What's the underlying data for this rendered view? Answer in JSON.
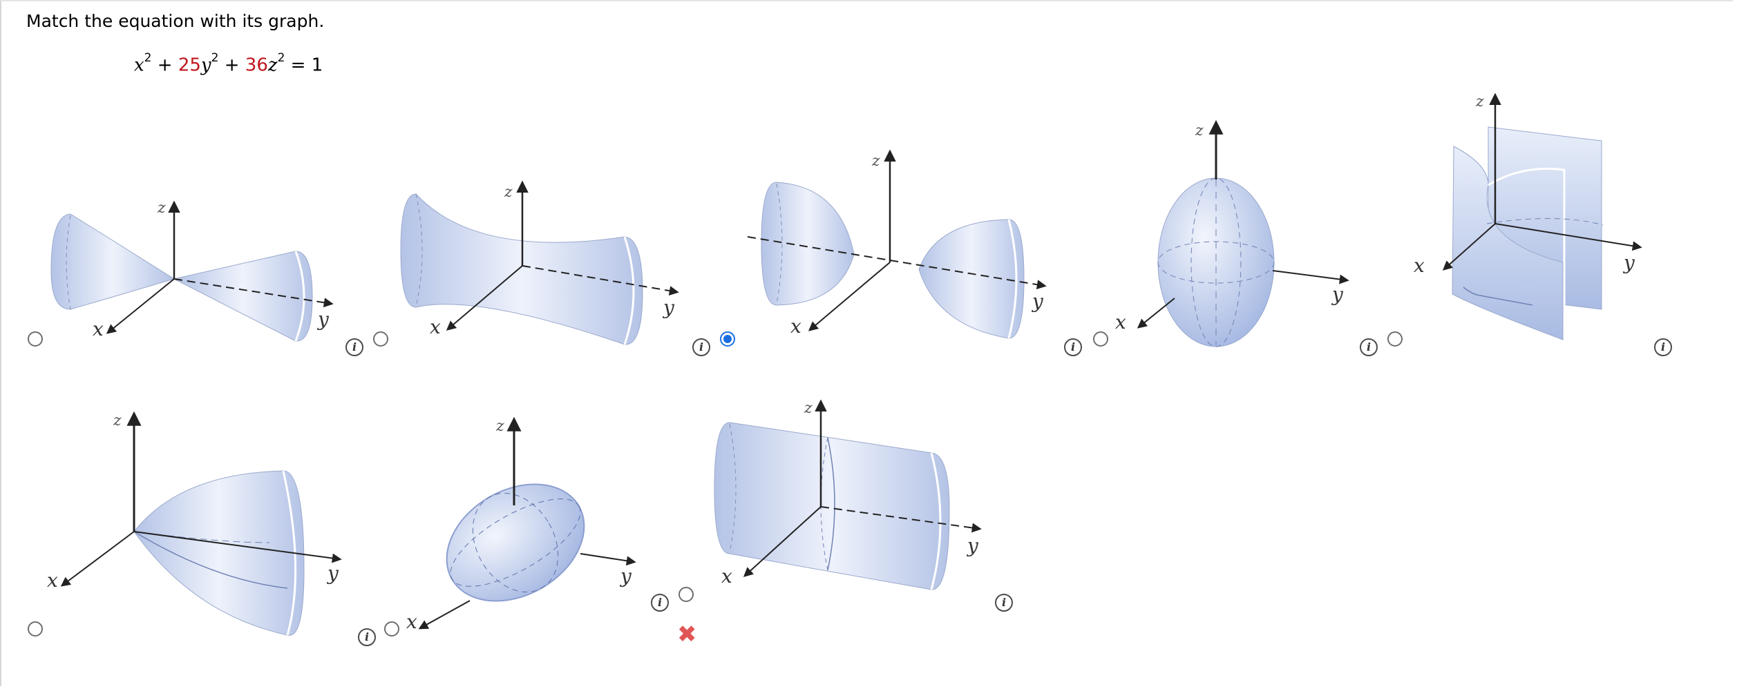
{
  "prompt": "Match the equation with its graph.",
  "equation": {
    "t1_var": "x",
    "t1_exp": "2",
    "plus1": "+",
    "t2_coef": "25",
    "t2_var": "y",
    "t2_exp": "2",
    "plus2": "+",
    "t3_coef": "36",
    "t3_var": "z",
    "t3_exp": "2",
    "rhs": "= 1"
  },
  "axis_labels": {
    "x": "x",
    "y": "y",
    "z": "z"
  },
  "info_symbol": "i",
  "incorrect_symbol": "✖",
  "colors": {
    "accent": "#1a6fe0",
    "highlight": "#c0171f",
    "surface": "#c7d3ee",
    "incorrect": "#e05555"
  },
  "options": [
    {
      "graph": "elliptic-cone",
      "selected": false
    },
    {
      "graph": "hyperboloid-one-sheet",
      "selected": false
    },
    {
      "graph": "hyperboloid-two-sheets",
      "selected": true
    },
    {
      "graph": "ellipsoid-vertical",
      "selected": false
    },
    {
      "graph": "hyperbolic-paraboloid",
      "selected": false
    },
    {
      "graph": "elliptic-paraboloid",
      "selected": false
    },
    {
      "graph": "ellipsoid-tilted",
      "selected": false
    },
    {
      "graph": "elliptic-cylinder",
      "selected": false
    }
  ],
  "feedback": {
    "status": "incorrect"
  }
}
